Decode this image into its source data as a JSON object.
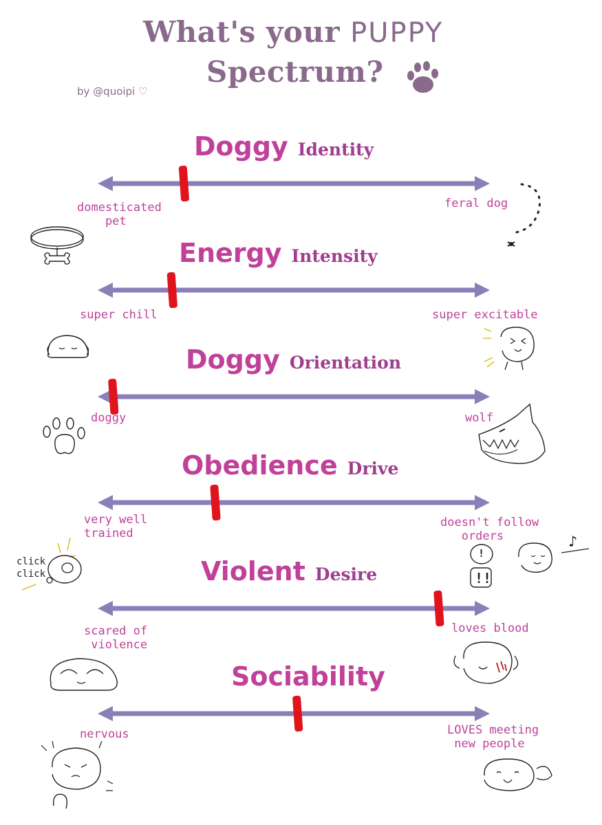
{
  "header": {
    "title_part1": "What's your",
    "title_puppy": "PUPPY",
    "title_part2": "Spectrum?",
    "byline": "by @quoipi ♡"
  },
  "colors": {
    "title": "#8a6a8c",
    "heading": "#c0409a",
    "spectrum_line": "#8b7fb8",
    "marker": "#e0141c"
  },
  "spectrums": [
    {
      "heading_a": "Doggy",
      "heading_b": "Identity",
      "left_label": "domesticated\n    pet",
      "right_label": "feral dog",
      "marker_fraction": 0.22,
      "left_icon": "collar-bone-icon",
      "right_icon": "dotted-trail-icon"
    },
    {
      "heading_a": "Energy",
      "heading_b": "Intensity",
      "left_label": "super chill",
      "right_label": "super excitable",
      "marker_fraction": 0.19,
      "left_icon": "sleeping-dog-icon",
      "right_icon": "excited-dog-icon"
    },
    {
      "heading_a": "Doggy",
      "heading_b": "Orientation",
      "left_label": "doggy",
      "right_label": "wolf",
      "marker_fraction": 0.04,
      "left_icon": "paw-print-icon",
      "right_icon": "wolf-icon"
    },
    {
      "heading_a": "Obedience",
      "heading_b": "Drive",
      "left_label": "very well\ntrained",
      "right_label": "doesn't follow\n   orders",
      "marker_fraction": 0.3,
      "left_icon": "clicker-icon",
      "right_icon": "barking-dog-icon"
    },
    {
      "heading_a": "Violent",
      "heading_b": "Desire",
      "left_label": "scared of\n violence",
      "right_label": "loves blood",
      "marker_fraction": 0.87,
      "left_icon": "hiding-dog-icon",
      "right_icon": "bloody-dog-icon"
    },
    {
      "heading_a": "Sociability",
      "heading_b": "",
      "left_label": "nervous",
      "right_label": "LOVES meeting\n new people",
      "marker_fraction": 0.51,
      "left_icon": "nervous-dog-icon",
      "right_icon": "happy-dog-icon"
    }
  ],
  "doodles": {
    "click_text": "click\nclick",
    "exclaim_small": "!",
    "exclaim_big": "!!",
    "music_note": "♪"
  }
}
